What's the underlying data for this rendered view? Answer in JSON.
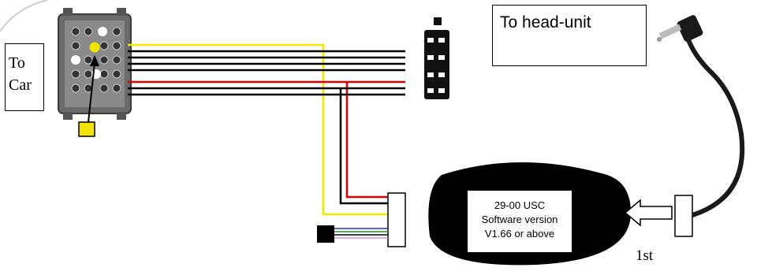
{
  "labels": {
    "to_car_line1": "To",
    "to_car_line2": "Car",
    "to_head_unit": "To head-unit",
    "interface_line1": "29-00 USC",
    "interface_line2": "Software version",
    "interface_line3": "V1.66 or above",
    "first": "1st"
  },
  "colors": {
    "wire_yellow": "#f2e600",
    "wire_red": "#e00000",
    "wire_black": "#000000",
    "wire_blue": "#2b2bd0",
    "wire_green": "#1f9a1f",
    "wire_pink": "#e08ad8",
    "pin_yellow": "#f0e400",
    "interface_body": "#000000"
  }
}
